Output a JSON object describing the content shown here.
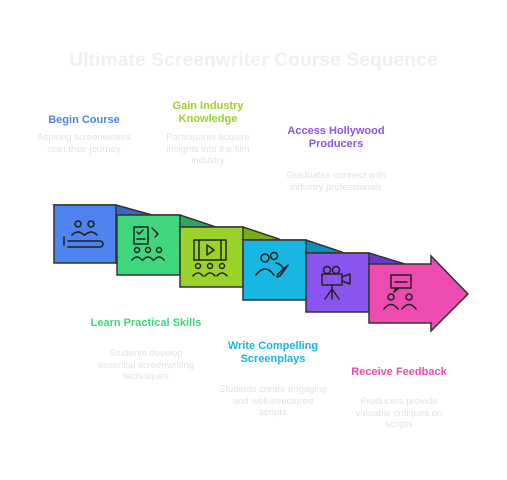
{
  "title": "Ultimate Screenwriter Course Sequence",
  "steps": [
    {
      "label": "Begin Course",
      "desc": "Aspiring screenwriters start their journey",
      "color": "#4f83f0",
      "icon": "people-conveyor-icon"
    },
    {
      "label": "Learn Practical Skills",
      "desc": "Students develop essential screenwriting techniques",
      "color": "#3fd67d",
      "icon": "checklist-group-icon"
    },
    {
      "label": "Gain Industry Knowledge",
      "desc": "Participants acquire insights into the film industry",
      "color": "#9ad22a",
      "icon": "film-audience-icon"
    },
    {
      "label": "Write Compelling Screenplays",
      "desc": "Students create engaging and well-structured scripts",
      "color": "#17b6e3",
      "icon": "user-pen-icon"
    },
    {
      "label": "Access Hollywood Producers",
      "desc": "Graduates connect with industry professionals",
      "color": "#8a54f0",
      "icon": "film-camera-icon"
    },
    {
      "label": "Receive Feedback",
      "desc": "Producers provide valuable critiques on scripts",
      "color": "#ee4bb0",
      "icon": "feedback-people-icon"
    }
  ]
}
